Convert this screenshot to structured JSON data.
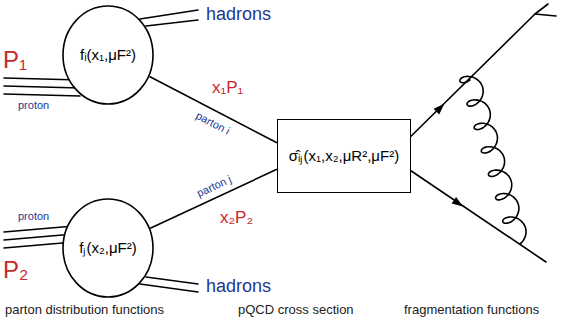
{
  "diagram": {
    "nodes": [
      {
        "text": [
          "fᵢ(x₁,μF²)"
        ]
      },
      {
        "text": [
          "fⱼ(x₂,μF²)"
        ]
      },
      {
        "text": [
          "σ̂ᵢⱼ(x₁,x₂,μR²,μF²)"
        ]
      }
    ],
    "edges": [
      {
        "from": 0,
        "to": 2,
        "arrow": "none",
        "label": "parton i"
      },
      {
        "from": 1,
        "to": 2,
        "arrow": "none",
        "label": "parton j"
      }
    ],
    "labels": [
      "P₁",
      "proton",
      "hadrons",
      "x₁P₁",
      "x₂P₂",
      "P₂",
      "proton",
      "hadrons",
      "parton distribution functions",
      "pQCD cross section",
      "fragmentation functions"
    ]
  }
}
